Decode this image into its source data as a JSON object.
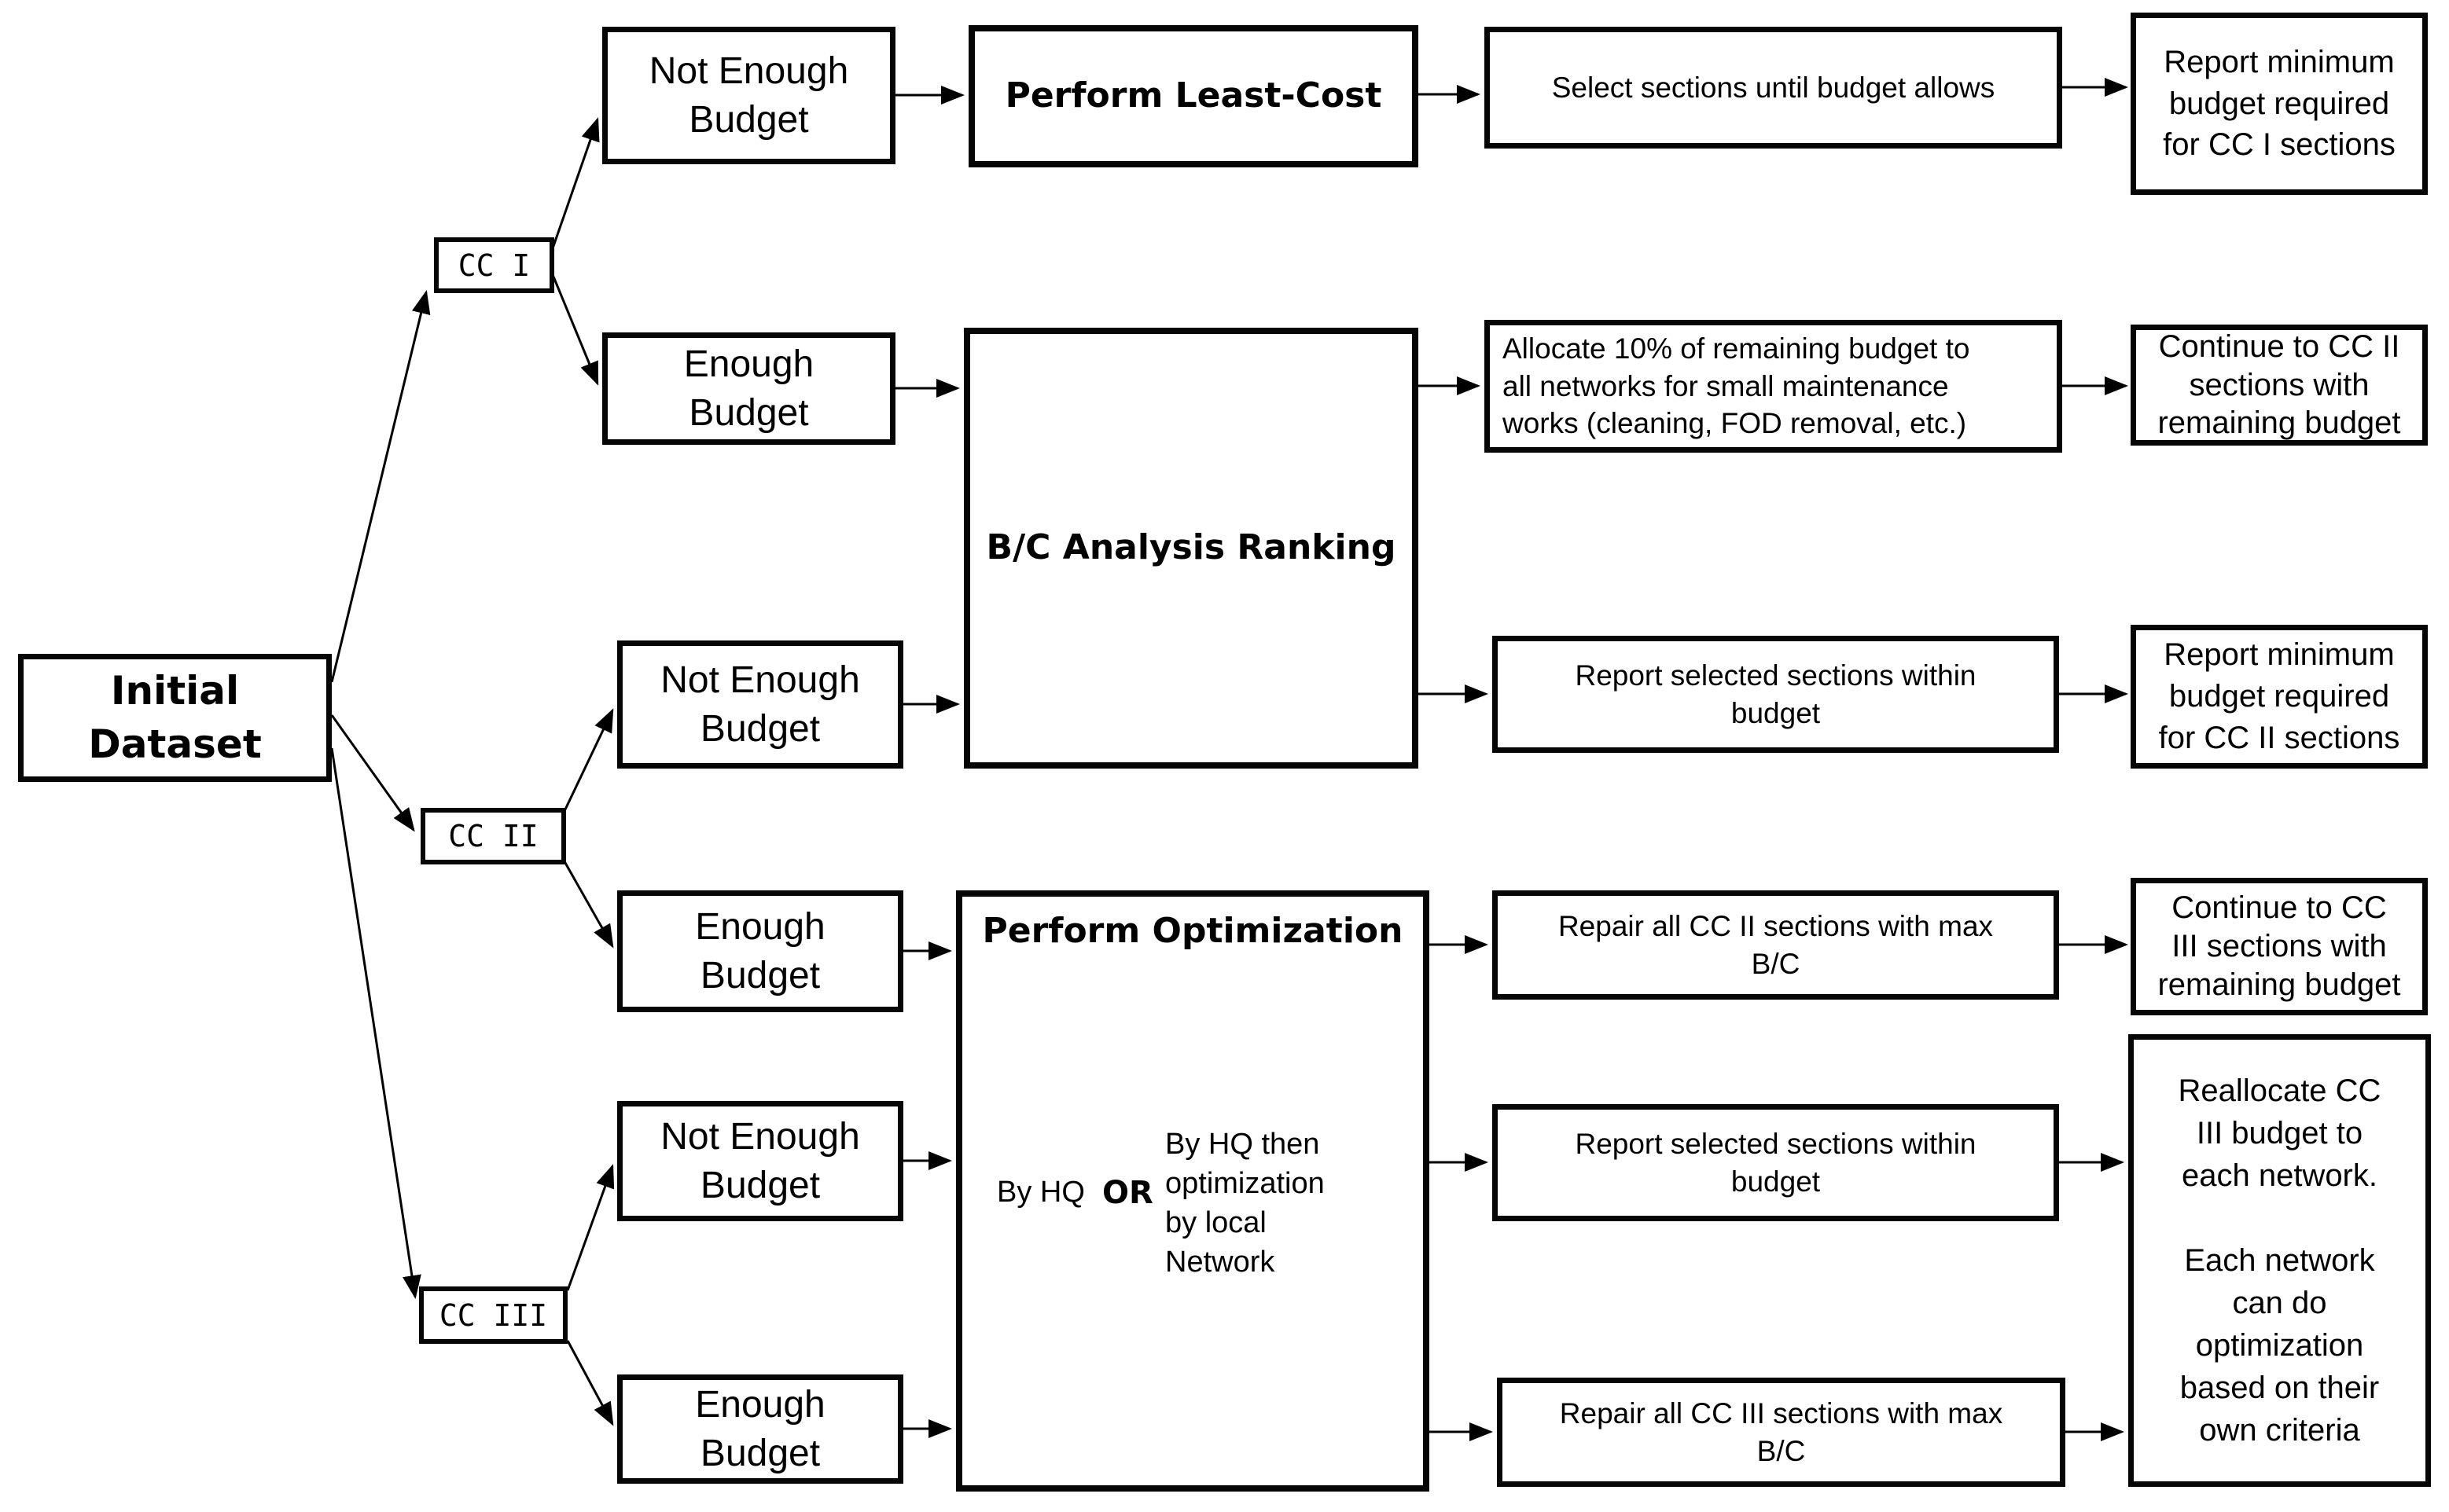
{
  "diagram": {
    "type": "flowchart",
    "colors": {
      "background": "#ffffff",
      "box_fill": "#ffffff",
      "box_border": "#060606",
      "line": "#000000",
      "text": "#000000"
    },
    "nodes": {
      "initial": "Initial\nDataset",
      "cc1": "CC I",
      "cc2": "CC II",
      "cc3": "CC III",
      "r1_not_enough": "Not Enough\nBudget",
      "r1_least_cost": "Perform Least-Cost",
      "r1_select": "Select sections until budget allows",
      "r1_report_min": "Report minimum\nbudget required\nfor CC I sections",
      "r2_enough": "Enough\nBudget",
      "bc_ranking": "B/C Analysis Ranking",
      "r2_allocate": "Allocate 10% of remaining budget to\nall networks for small maintenance\nworks (cleaning, FOD removal, etc.)",
      "r2_continue": "Continue to CC II\nsections with\nremaining budget",
      "r3_not_enough": "Not Enough\nBudget",
      "r3_report_selected": "Report selected sections within\nbudget",
      "r3_report_min": "Report minimum\nbudget required\nfor CC II sections",
      "r4_enough": "Enough\nBudget",
      "opt_title": "Perform Optimization",
      "opt_by_hq": "By HQ",
      "opt_or": "OR",
      "opt_by_hq_then": "By HQ then\noptimization\nby local\nNetwork",
      "r4_repair": "Repair all CC II sections with max\nB/C",
      "r4_continue": "Continue to CC\nIII sections with\nremaining budget",
      "r5_not_enough": "Not Enough\nBudget",
      "r5_report_selected": "Report selected sections within\nbudget",
      "reallocate": "Reallocate CC\nIII budget to\neach network.\n\nEach network\ncan do\noptimization\nbased on their\nown criteria",
      "r6_enough": "Enough\nBudget",
      "r6_repair": "Repair all CC III sections with max\nB/C"
    },
    "edges": [
      {
        "from": "initial",
        "to": "cc1"
      },
      {
        "from": "initial",
        "to": "cc2"
      },
      {
        "from": "initial",
        "to": "cc3"
      },
      {
        "from": "cc1",
        "to": "r1_not_enough"
      },
      {
        "from": "r1_not_enough",
        "to": "r1_least_cost"
      },
      {
        "from": "r1_least_cost",
        "to": "r1_select"
      },
      {
        "from": "r1_select",
        "to": "r1_report_min"
      },
      {
        "from": "cc1",
        "to": "r2_enough"
      },
      {
        "from": "r2_enough",
        "to": "bc_ranking"
      },
      {
        "from": "bc_ranking",
        "to": "r2_allocate"
      },
      {
        "from": "r2_allocate",
        "to": "r2_continue"
      },
      {
        "from": "cc2",
        "to": "r3_not_enough"
      },
      {
        "from": "r3_not_enough",
        "to": "bc_ranking"
      },
      {
        "from": "bc_ranking",
        "to": "r3_report_selected"
      },
      {
        "from": "r3_report_selected",
        "to": "r3_report_min"
      },
      {
        "from": "cc2",
        "to": "r4_enough"
      },
      {
        "from": "r4_enough",
        "to": "perform_optimization"
      },
      {
        "from": "perform_optimization",
        "to": "r4_repair"
      },
      {
        "from": "r4_repair",
        "to": "r4_continue"
      },
      {
        "from": "cc3",
        "to": "r5_not_enough"
      },
      {
        "from": "r5_not_enough",
        "to": "perform_optimization"
      },
      {
        "from": "perform_optimization",
        "to": "r5_report_selected"
      },
      {
        "from": "r5_report_selected",
        "to": "reallocate"
      },
      {
        "from": "cc3",
        "to": "r6_enough"
      },
      {
        "from": "r6_enough",
        "to": "perform_optimization"
      },
      {
        "from": "perform_optimization",
        "to": "r6_repair"
      },
      {
        "from": "r6_repair",
        "to": "reallocate"
      }
    ]
  }
}
